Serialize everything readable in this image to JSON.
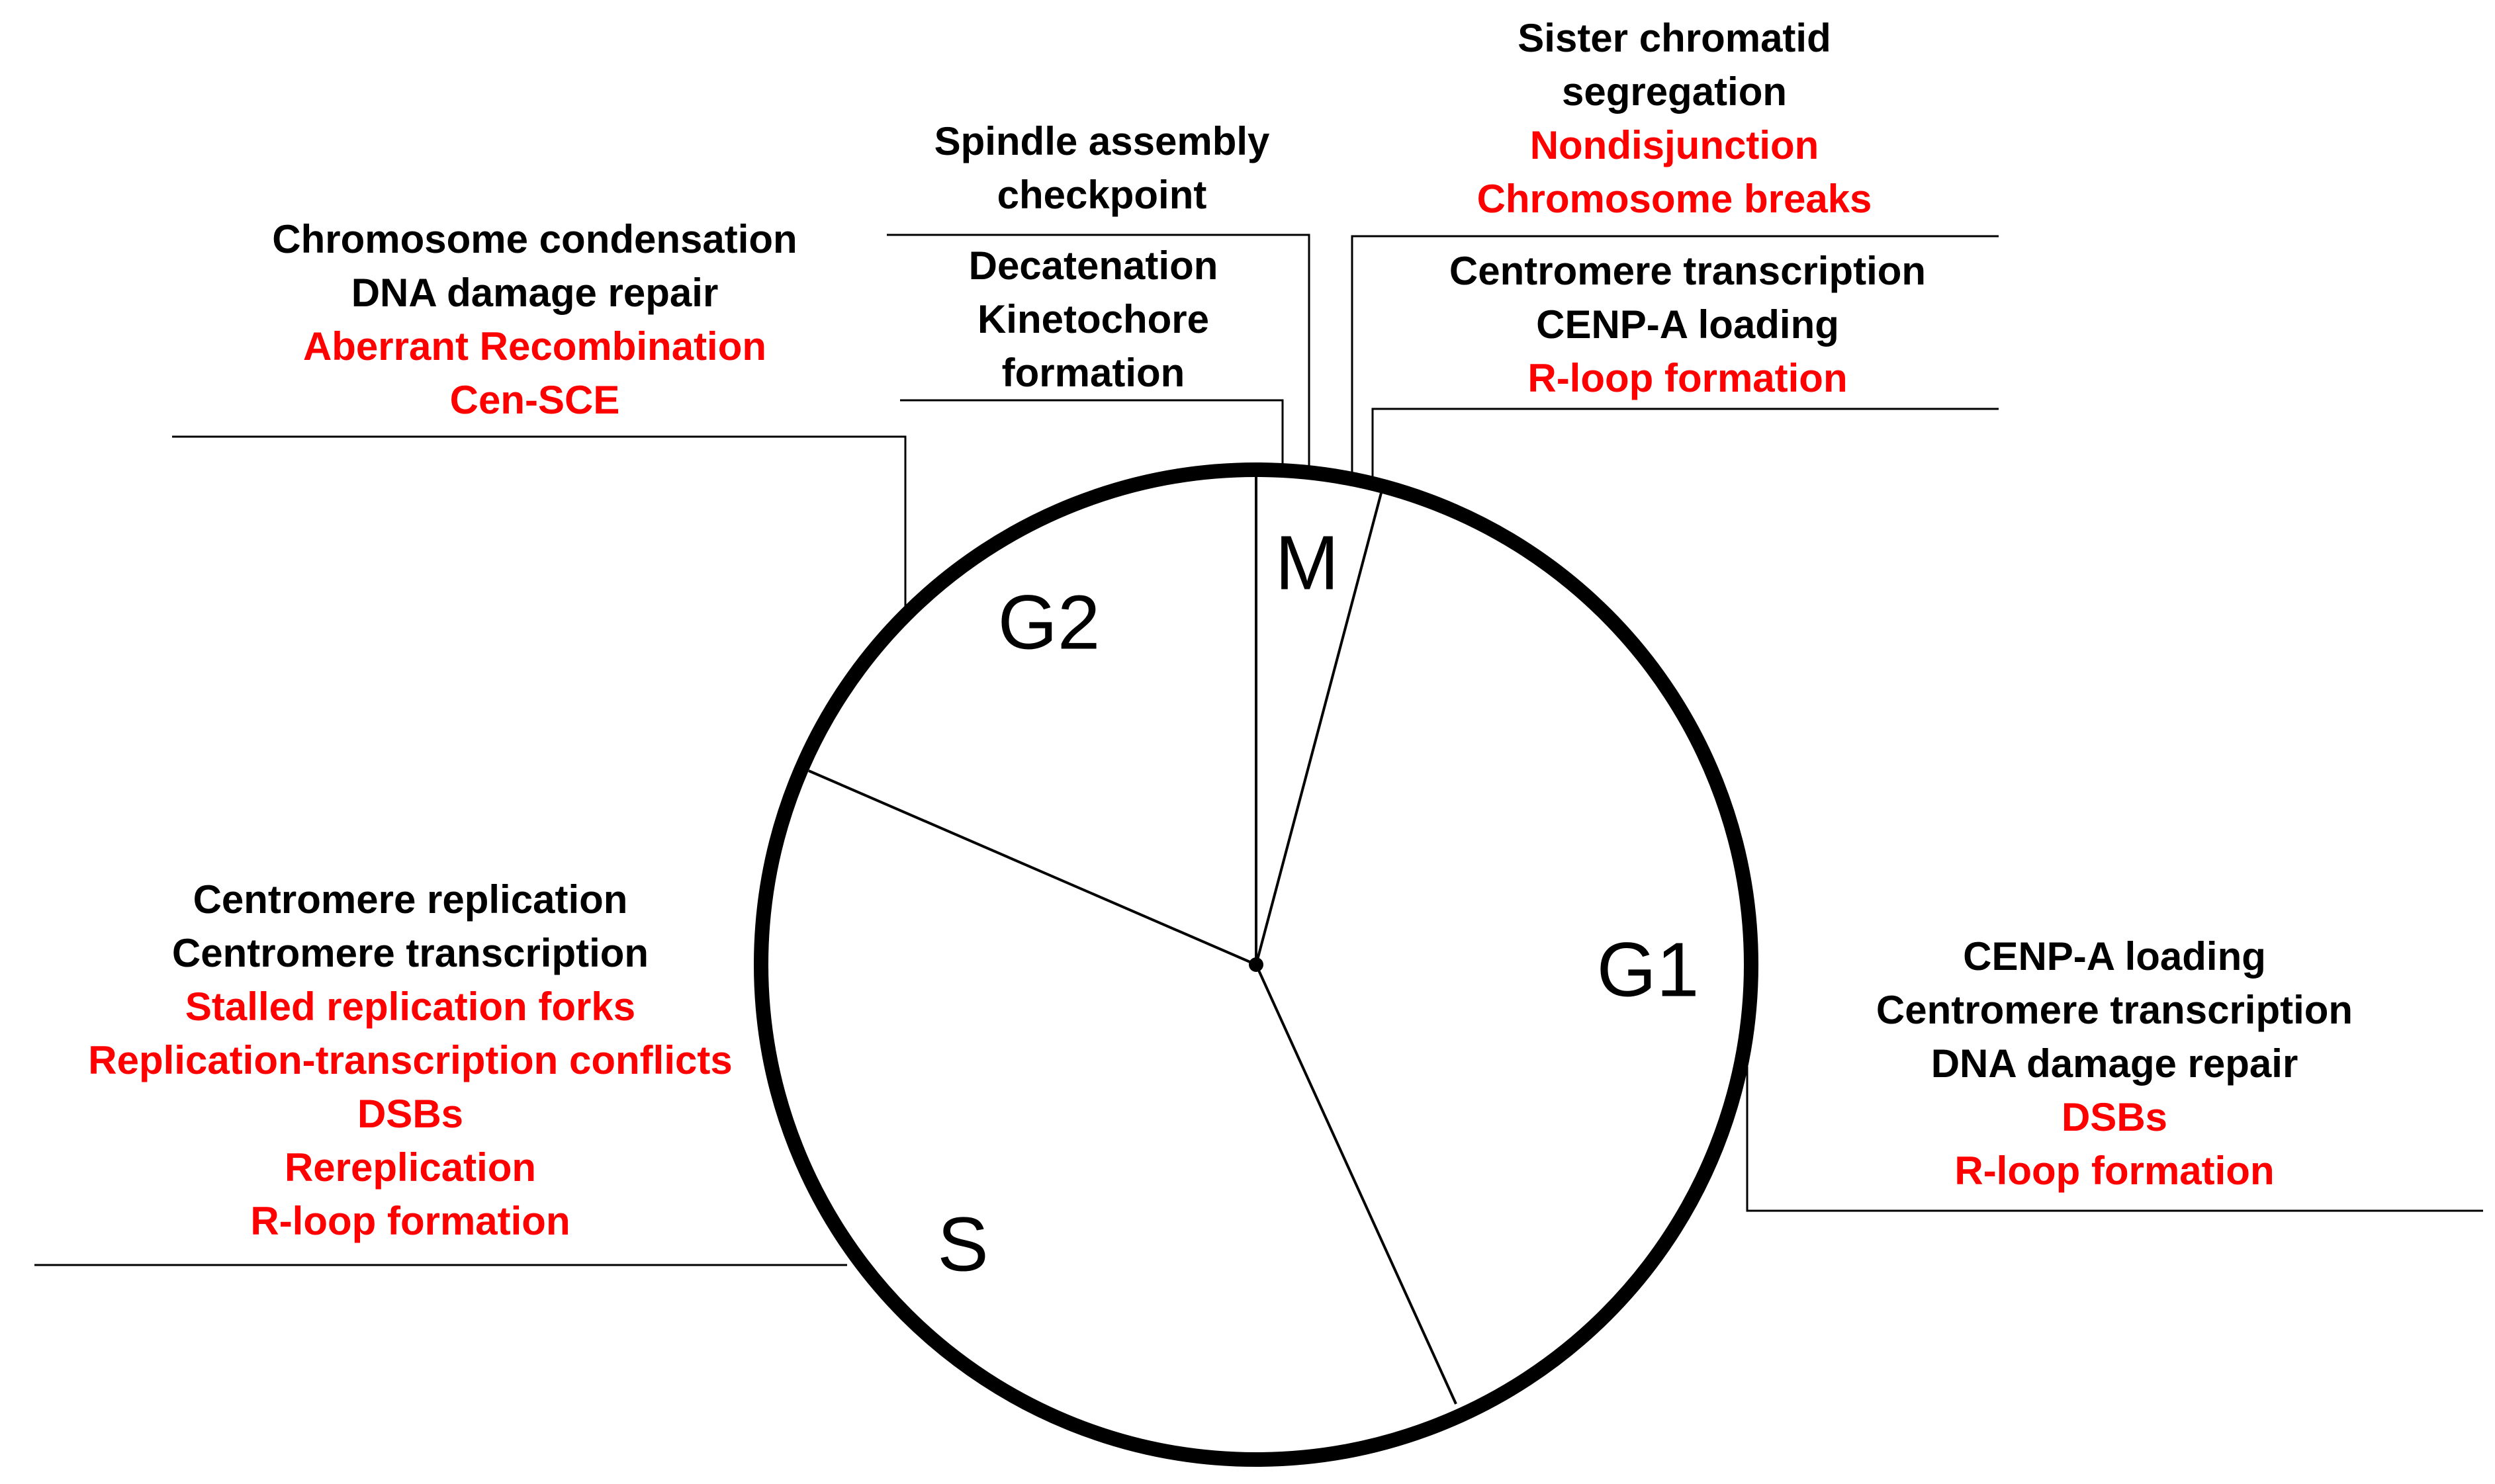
{
  "colors": {
    "normal_text": "#000000",
    "aberrant_text": "#ff0000",
    "outline": "#000000"
  },
  "phases": {
    "m": "M",
    "g1": "G1",
    "s": "S",
    "g2": "G2"
  },
  "annotations": {
    "g2_top": {
      "lines": [
        {
          "text": "Chromosome condensation",
          "kind": "normal"
        },
        {
          "text": "DNA damage repair",
          "kind": "normal"
        },
        {
          "text": "Aberrant Recombination",
          "kind": "aberrant"
        },
        {
          "text": "Cen-SCE",
          "kind": "aberrant"
        }
      ]
    },
    "spindle": {
      "lines": [
        {
          "text": "Spindle assembly",
          "kind": "normal"
        },
        {
          "text": "checkpoint",
          "kind": "normal"
        }
      ]
    },
    "decatenation": {
      "lines": [
        {
          "text": "Decatenation",
          "kind": "normal"
        },
        {
          "text": "Kinetochore",
          "kind": "normal"
        },
        {
          "text": "formation",
          "kind": "normal"
        }
      ]
    },
    "sister": {
      "lines": [
        {
          "text": "Sister chromatid",
          "kind": "normal"
        },
        {
          "text": "segregation",
          "kind": "normal"
        },
        {
          "text": "Nondisjunction",
          "kind": "aberrant"
        },
        {
          "text": "Chromosome breaks",
          "kind": "aberrant"
        }
      ]
    },
    "early_g1": {
      "lines": [
        {
          "text": "Centromere transcription",
          "kind": "normal"
        },
        {
          "text": "CENP-A loading",
          "kind": "normal"
        },
        {
          "text": "R-loop formation",
          "kind": "aberrant"
        }
      ]
    },
    "s_phase": {
      "lines": [
        {
          "text": "Centromere replication",
          "kind": "normal"
        },
        {
          "text": "Centromere transcription",
          "kind": "normal"
        },
        {
          "text": "Stalled replication forks",
          "kind": "aberrant"
        },
        {
          "text": "Replication-transcription conflicts",
          "kind": "aberrant"
        },
        {
          "text": "DSBs",
          "kind": "aberrant"
        },
        {
          "text": "Rereplication",
          "kind": "aberrant"
        },
        {
          "text": "R-loop formation",
          "kind": "aberrant"
        }
      ]
    },
    "g1_phase": {
      "lines": [
        {
          "text": "CENP-A loading",
          "kind": "normal"
        },
        {
          "text": "Centromere transcription",
          "kind": "normal"
        },
        {
          "text": "DNA damage repair",
          "kind": "normal"
        },
        {
          "text": "DSBs",
          "kind": "aberrant"
        },
        {
          "text": "R-loop formation",
          "kind": "aberrant"
        }
      ]
    }
  }
}
